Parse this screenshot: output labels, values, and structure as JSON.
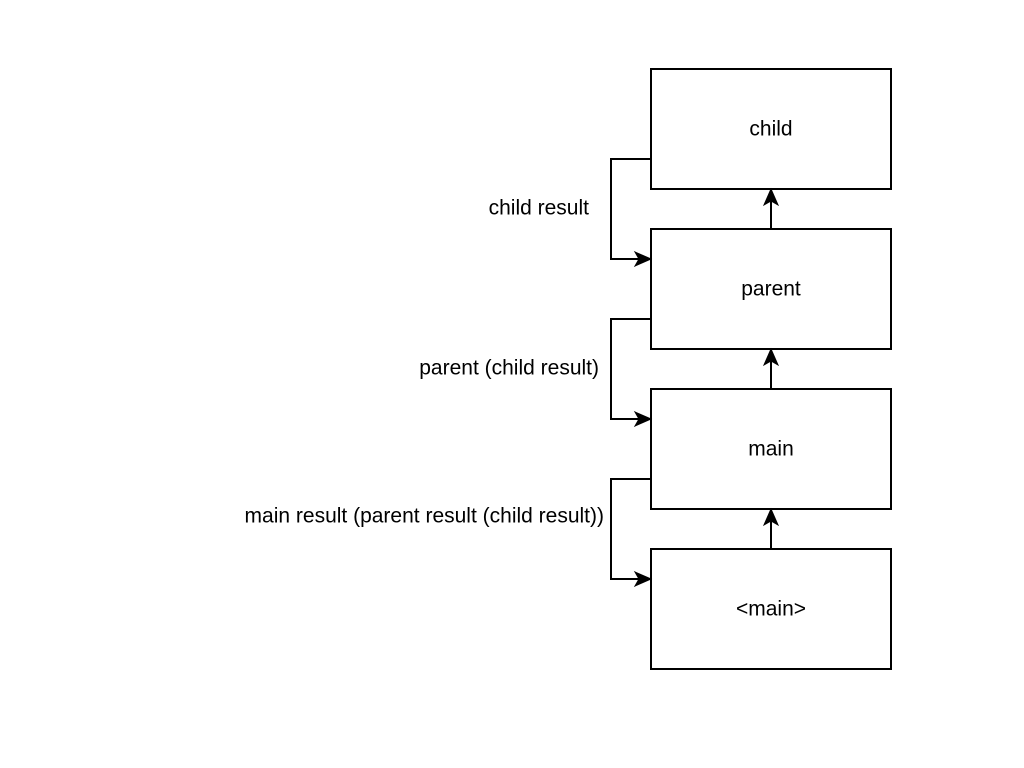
{
  "nodes": {
    "child": "child",
    "parent": "parent",
    "main": "main",
    "main_entry": "<main>"
  },
  "edge_labels": {
    "child_result": "child result",
    "parent_result": "parent (child result)",
    "main_result": "main result (parent result (child result))"
  },
  "colors": {
    "stroke": "#000000",
    "background": "#ffffff"
  }
}
